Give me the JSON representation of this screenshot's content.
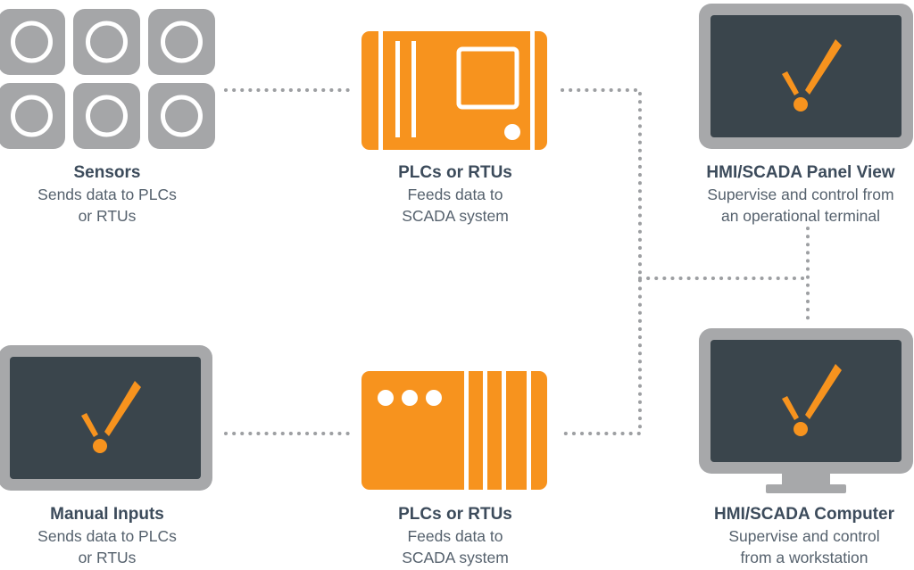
{
  "colors": {
    "sensor_gray": "#a5a6a8",
    "plc_orange": "#f7931e",
    "monitor_frame": "#a7a8aa",
    "screen_dark": "#3a454c",
    "connector_dots": "#9d9fa2",
    "title_text": "#3c4b5b",
    "body_text": "#55616d"
  },
  "icons": {
    "sensors": "sensor-grid-icon",
    "plc_top": "plc-unit-icon",
    "plc_bottom": "rtu-unit-icon",
    "panel_view": "monitor-icon",
    "manual_inputs": "monitor-icon",
    "computer": "desktop-computer-icon",
    "screen_mark": "exclamation-mark-icon"
  },
  "nodes": {
    "sensors": {
      "title": "Sensors",
      "line1": "Sends data to PLCs",
      "line2": "or RTUs"
    },
    "plc_top": {
      "title": "PLCs or RTUs",
      "line1": "Feeds data to",
      "line2": "SCADA system"
    },
    "panel_view": {
      "title": "HMI/SCADA Panel View",
      "line1": "Supervise and control from",
      "line2": "an operational terminal"
    },
    "manual_inputs": {
      "title": "Manual Inputs",
      "line1": "Sends data to PLCs",
      "line2": "or RTUs"
    },
    "plc_bottom": {
      "title": "PLCs or RTUs",
      "line1": "Feeds data to",
      "line2": "SCADA system"
    },
    "computer": {
      "title": "HMI/SCADA Computer",
      "line1": "Supervise and control",
      "line2": "from a workstation"
    }
  }
}
